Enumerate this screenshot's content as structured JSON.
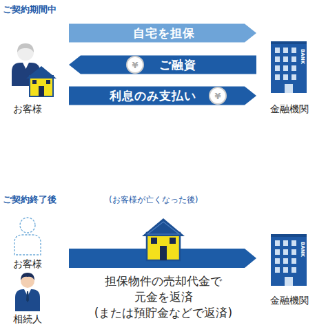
{
  "diagram": {
    "nodes": [
      {
        "text": [
          "お客様"
        ]
      },
      {
        "text": [
          "金融機関"
        ]
      },
      {
        "text": [
          "お客様"
        ]
      },
      {
        "text": [
          "相続人"
        ]
      },
      {
        "text": [
          "金融機関"
        ]
      }
    ],
    "edges": [
      {
        "from": 0,
        "to": 1,
        "arrow": "to",
        "label": "自宅を担保"
      },
      {
        "from": 1,
        "to": 0,
        "arrow": "to",
        "label": "ご融資"
      },
      {
        "from": 0,
        "to": 1,
        "arrow": "to",
        "label": "利息のみ支払い"
      },
      {
        "from": 2,
        "to": 4,
        "arrow": "to",
        "label": "担保物件の売却代金で 元金を返済 (または預貯金などで返済)"
      }
    ],
    "labels": [
      "ご契約期間中",
      "BANK",
      "¥",
      "¥",
      "ご契約終了後",
      "(お客様が亡くなった後)",
      "BANK"
    ]
  }
}
